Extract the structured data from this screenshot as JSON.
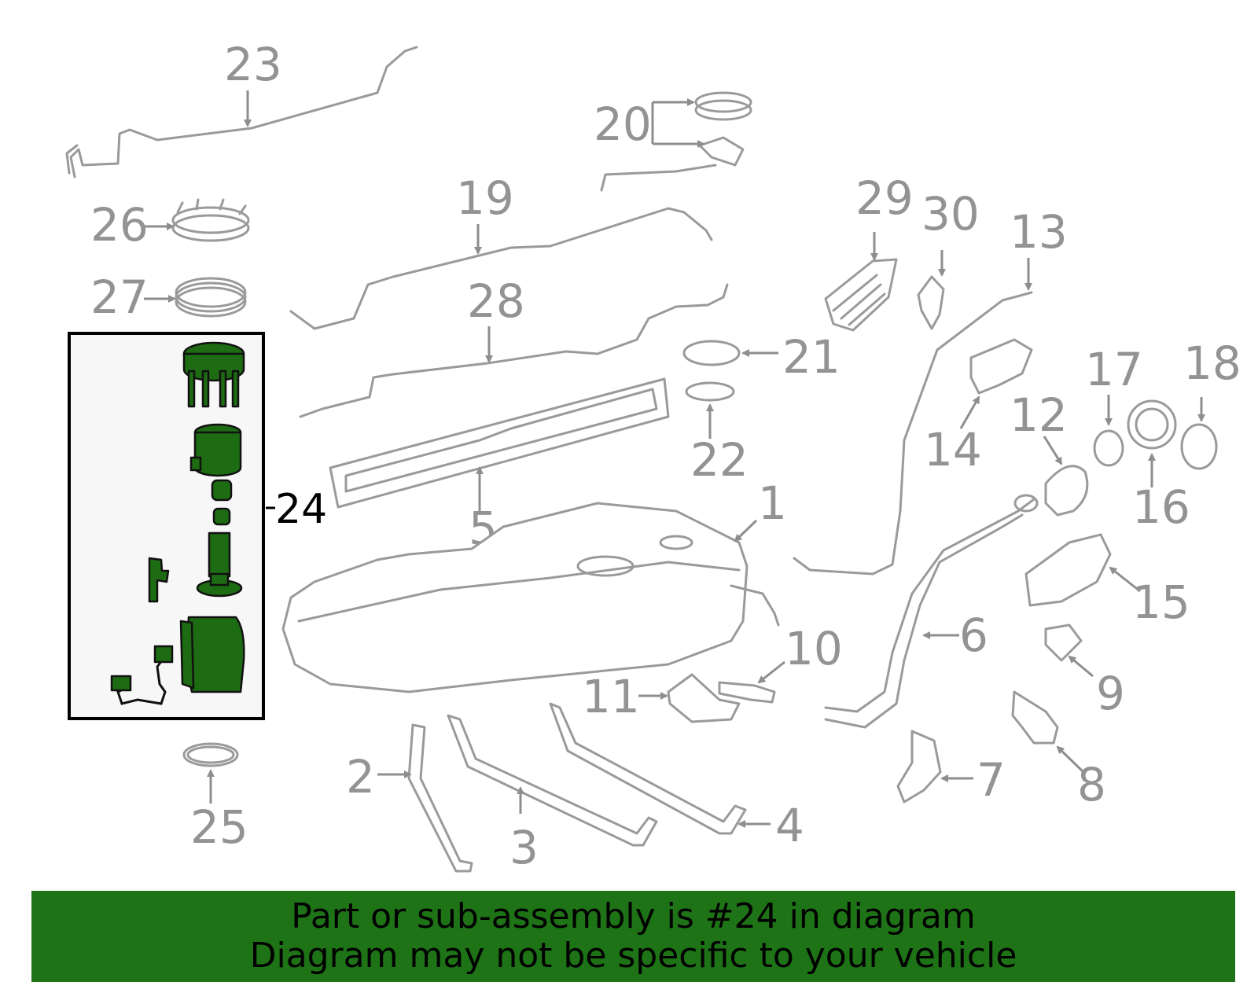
{
  "callouts": {
    "c1": "1",
    "c2": "2",
    "c3": "3",
    "c4": "4",
    "c5": "5",
    "c6": "6",
    "c7": "7",
    "c8": "8",
    "c9": "9",
    "c10": "10",
    "c11": "11",
    "c12": "12",
    "c13": "13",
    "c14": "14",
    "c15": "15",
    "c16": "16",
    "c17": "17",
    "c18": "18",
    "c19": "19",
    "c20": "20",
    "c21": "21",
    "c22": "22",
    "c23": "23",
    "c24": "24",
    "c25": "25",
    "c26": "26",
    "c27": "27",
    "c28": "28",
    "c29": "29",
    "c30": "30"
  },
  "highlight": {
    "callout": "24",
    "color": "#1e7316"
  },
  "footer": {
    "line1": "Part or sub-assembly is #24 in diagram",
    "line2": "Diagram may not be specific to your vehicle",
    "background": "#1e7316"
  }
}
